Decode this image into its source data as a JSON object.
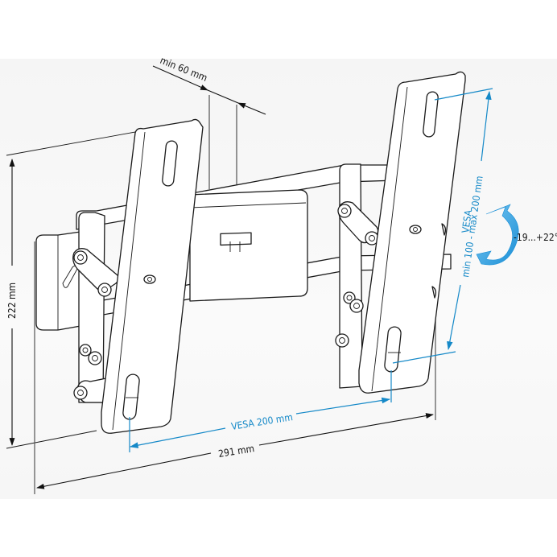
{
  "figure": {
    "subject": "Tilting TV wall mount bracket",
    "colors": {
      "line": "#1a1a1a",
      "vesa_accent": "#1589c8",
      "tilt_arrow": "#4fb3ea",
      "panel_background": "#f7f7f7"
    }
  },
  "dimensions": {
    "wall_distance": "min 60 mm",
    "height": "222 mm",
    "width": "291 mm",
    "vesa_horizontal": "VESA 200 mm",
    "vesa_vertical_title": "VESA",
    "vesa_vertical_range": "min 100 - max 200 mm",
    "tilt_range": "-19...+22°"
  },
  "icons": {
    "tilt": "curved-rotation-arrow"
  }
}
